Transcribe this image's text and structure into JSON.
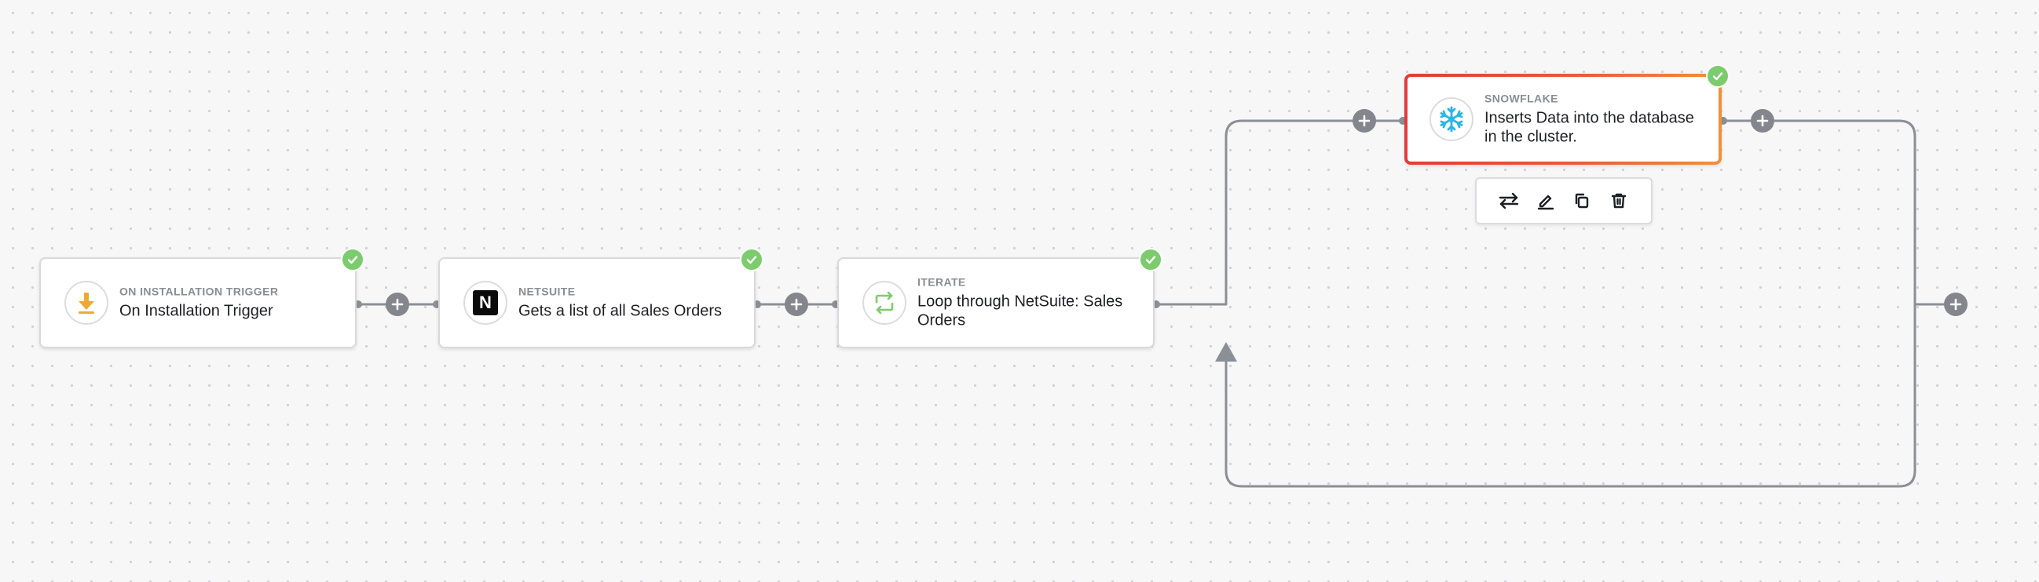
{
  "colors": {
    "canvas": "#f7f7f7",
    "connector": "#8b8f96",
    "add_button": "#84868d",
    "success_badge": "#7ccc6d",
    "selected_border_start": "#e23b3b",
    "selected_border_end": "#f0913b",
    "trigger_icon": "#f0a830",
    "iterate_icon": "#7ccc6d",
    "snowflake_icon": "#29b5e8"
  },
  "nodes": [
    {
      "kicker": "ON INSTALLATION TRIGGER",
      "title": "On Installation Trigger",
      "icon": "download-arrow-icon",
      "status": "success",
      "selected": false
    },
    {
      "kicker": "NETSUITE",
      "title": "Gets a list of all Sales Orders",
      "icon": "netsuite-logo-icon",
      "icon_letter": "N",
      "status": "success",
      "selected": false
    },
    {
      "kicker": "ITERATE",
      "title": "Loop through NetSuite: Sales Orders",
      "icon": "loop-arrows-icon",
      "status": "success",
      "selected": false
    },
    {
      "kicker": "SNOWFLAKE",
      "title": "Inserts Data into the database in the cluster.",
      "icon": "snowflake-icon",
      "status": "success",
      "selected": true
    }
  ],
  "toolbar": {
    "actions": [
      {
        "name": "swap",
        "icon": "swap-arrows-icon"
      },
      {
        "name": "edit",
        "icon": "pencil-icon"
      },
      {
        "name": "copy",
        "icon": "copy-icon"
      },
      {
        "name": "delete",
        "icon": "trash-icon"
      }
    ]
  },
  "add_step_buttons": 5
}
